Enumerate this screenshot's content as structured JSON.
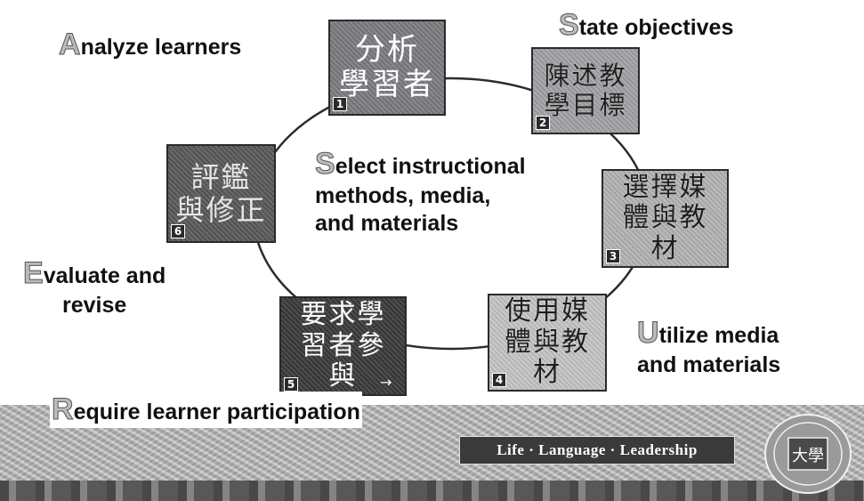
{
  "diagram": {
    "steps": [
      {
        "number": "1",
        "lines": [
          "分析",
          "學習者"
        ]
      },
      {
        "number": "2",
        "lines": [
          "陳述教",
          "學目標"
        ]
      },
      {
        "number": "3",
        "lines": [
          "選擇媒",
          "體與教",
          "材"
        ]
      },
      {
        "number": "4",
        "lines": [
          "使用媒",
          "體與教",
          "材"
        ]
      },
      {
        "number": "5",
        "lines": [
          "要求學",
          "習者參",
          "與"
        ]
      },
      {
        "number": "6",
        "lines": [
          "評鑑",
          "與修正"
        ]
      }
    ],
    "phases": {
      "analyze": {
        "initial": "A",
        "rest": "nalyze learners"
      },
      "state": {
        "initial": "S",
        "rest": "tate objectives"
      },
      "select": {
        "initial": "S",
        "rest": "elect instructional",
        "line2": "methods, media,",
        "line3": "and materials"
      },
      "evaluate": {
        "initial": "E",
        "rest": "valuate and",
        "line2": "revise"
      },
      "utilize": {
        "initial": "U",
        "rest": "tilize media",
        "line2": "and materials"
      },
      "require": {
        "initial": "R",
        "rest": "equire learner participation"
      }
    }
  },
  "banner": {
    "slogan": "Life · Language · Leadership",
    "seal_text": "大學"
  },
  "colors": {
    "ring": "#2b2b2b",
    "banner": "#b8b8b8",
    "slogan_bg": "#3a3a3a"
  }
}
